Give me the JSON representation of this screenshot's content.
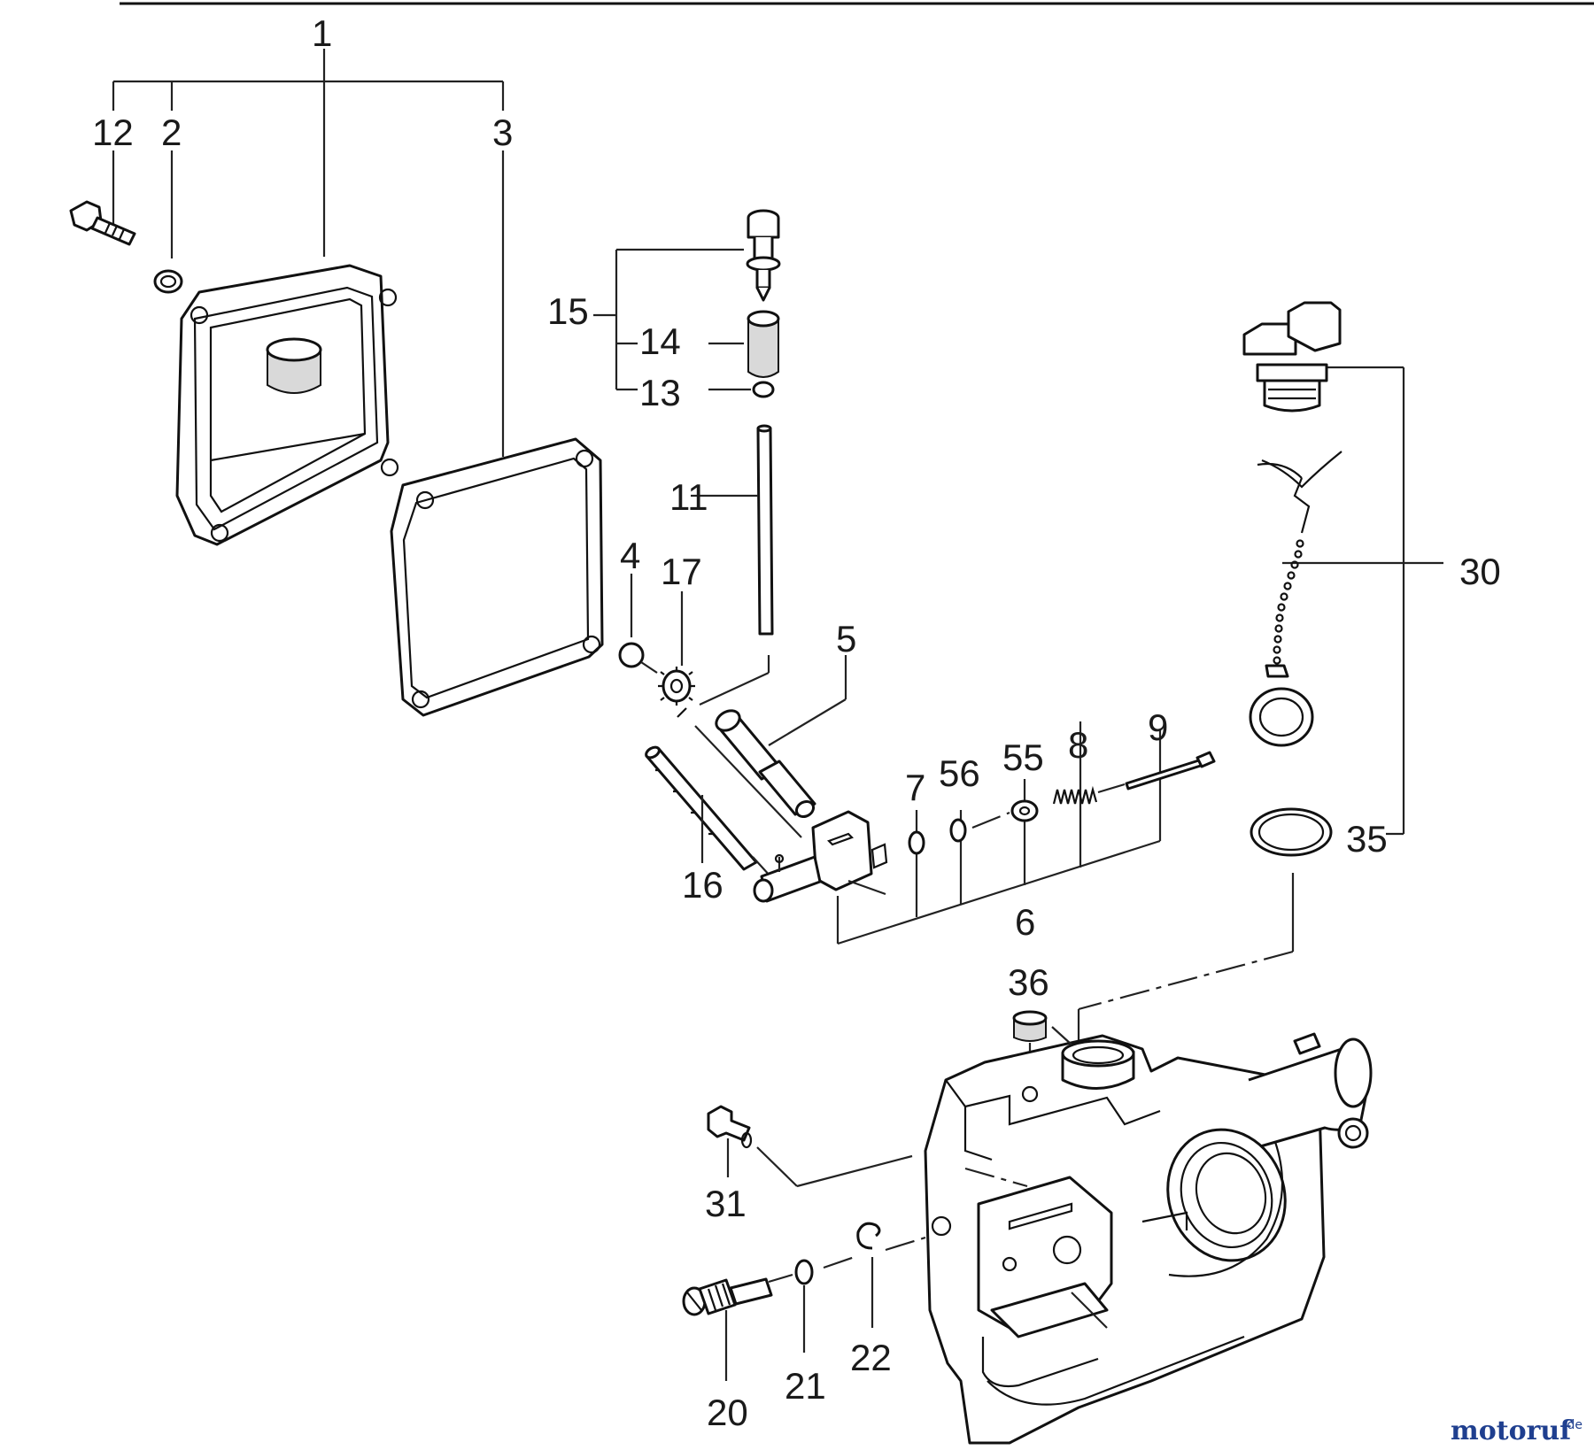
{
  "labels": {
    "p1": "1",
    "p2": "2",
    "p3": "3",
    "p4": "4",
    "p5": "5",
    "p6": "6",
    "p7": "7",
    "p8": "8",
    "p9": "9",
    "p11": "11",
    "p12": "12",
    "p13": "13",
    "p14": "14",
    "p15": "15",
    "p16": "16",
    "p17": "17",
    "p20": "20",
    "p21": "21",
    "p22": "22",
    "p30": "30",
    "p31": "31",
    "p35": "35",
    "p36": "36",
    "p55": "55",
    "p56": "56"
  },
  "logo": {
    "name": "motoruf",
    "suffix": ".de"
  },
  "colors": {
    "line": "#222222",
    "logo_blue": "#1f3f8f",
    "logo_dot": "#e0302a"
  }
}
